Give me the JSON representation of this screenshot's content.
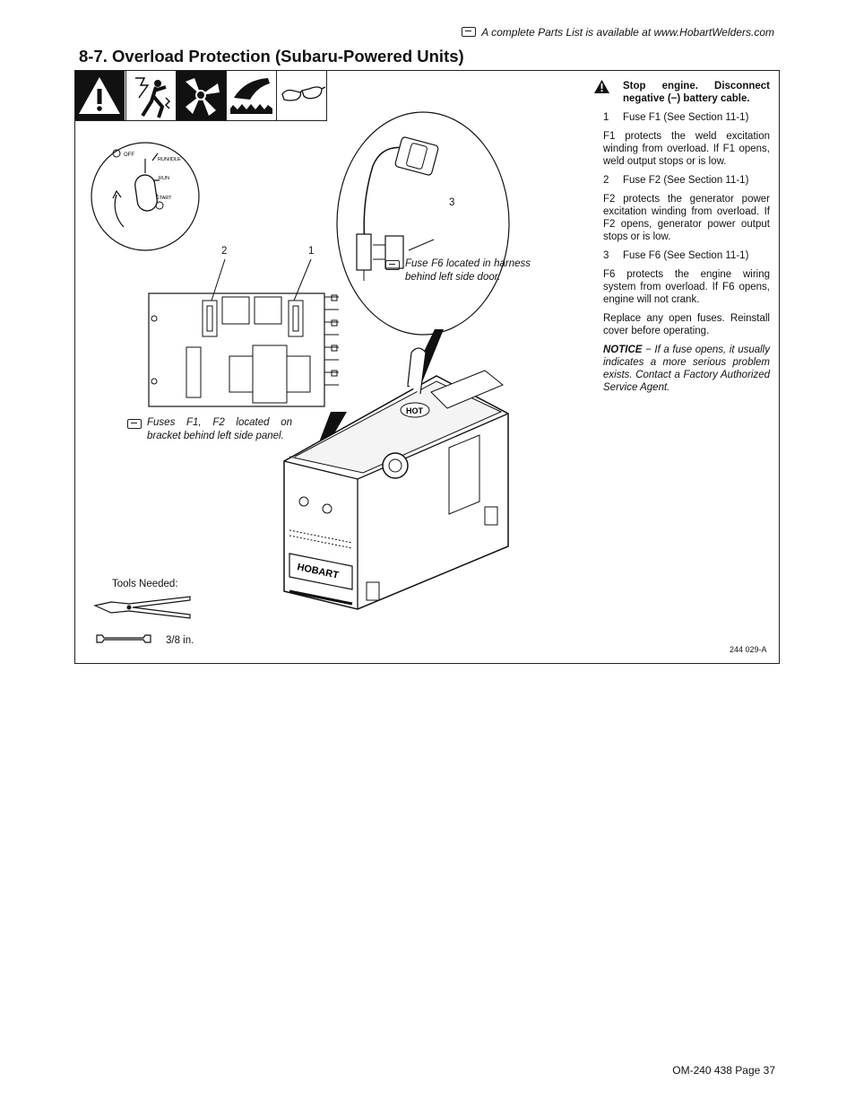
{
  "header": {
    "parts_note": "A complete Parts List is available at www.HobartWelders.com"
  },
  "section": {
    "title": "8-7.   Overload Protection (Subaru-Powered Units)"
  },
  "instructions": {
    "warning": "Stop engine. Disconnect negative (−) battery cable.",
    "item1_num": "1",
    "item1_label": "Fuse F1 (See Section 11-1)",
    "item1_desc": "F1 protects the weld excitation winding from overload. If F1 opens, weld output stops or is low.",
    "item2_num": "2",
    "item2_label": "Fuse F2 (See Section 11-1)",
    "item2_desc": "F2 protects the generator power excitation winding from overload. If F2 opens, generator power output stops or is low.",
    "item3_num": "3",
    "item3_label": "Fuse F6 (See Section 11-1)",
    "item3_desc": "F6 protects the engine wiring system from overload. If F6 opens, engine will not crank.",
    "replace": "Replace any open fuses. Reinstall cover before operating.",
    "notice_label": "NOTICE",
    "notice_text": " − If a fuse opens, it usually indicates a more serious problem exists. Contact a Factory Authorized Service Agent."
  },
  "figure": {
    "switch_labels": [
      "OFF",
      "RUN/IDLE",
      "RUN",
      "START"
    ],
    "callout_1": "1",
    "callout_2": "2",
    "callout_3": "3",
    "note_f6": "Fuse F6 located in harness behind left side door.",
    "note_f1f2": "Fuses F1, F2 located on bracket behind left side panel.",
    "brand": "HOBART",
    "hot_label": "HOT",
    "tools_needed": "Tools Needed:",
    "wrench_size": "3/8 in.",
    "figure_id": "244 029-A"
  },
  "footer": {
    "page": "OM-240 438 Page 37"
  }
}
